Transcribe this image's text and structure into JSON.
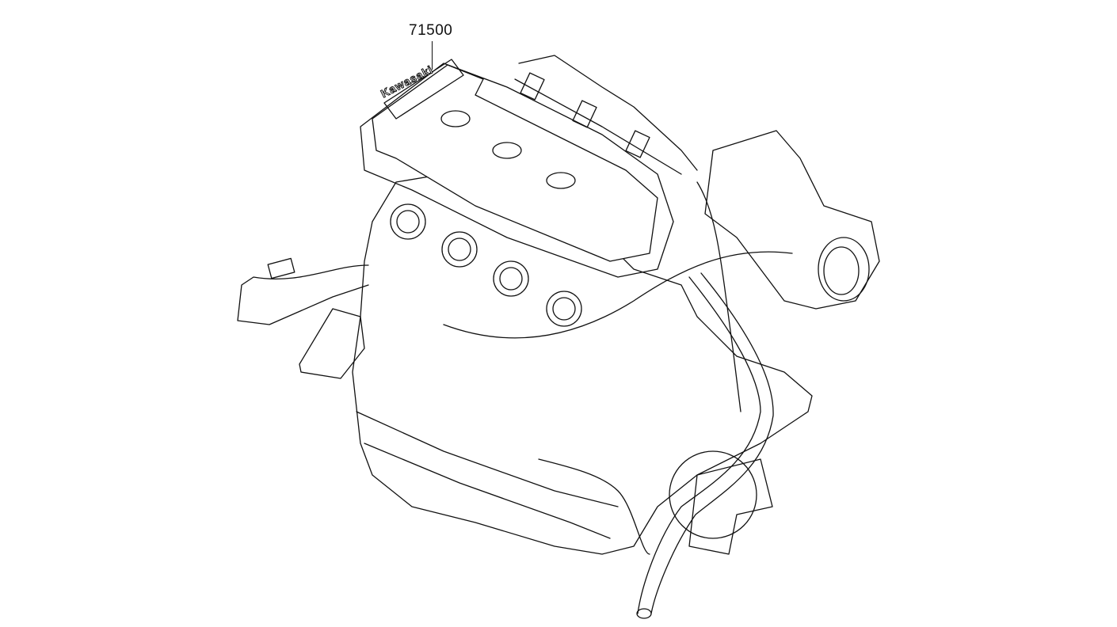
{
  "diagram": {
    "type": "exploded-parts-illustration",
    "subject": "engine assembly",
    "callouts": [
      {
        "part_number": "71500",
        "target": "engine assembly"
      }
    ],
    "engraved_text": {
      "valve_cover": "Kawasaki"
    },
    "colors": {
      "background": "#ffffff",
      "line": "#111111"
    }
  }
}
